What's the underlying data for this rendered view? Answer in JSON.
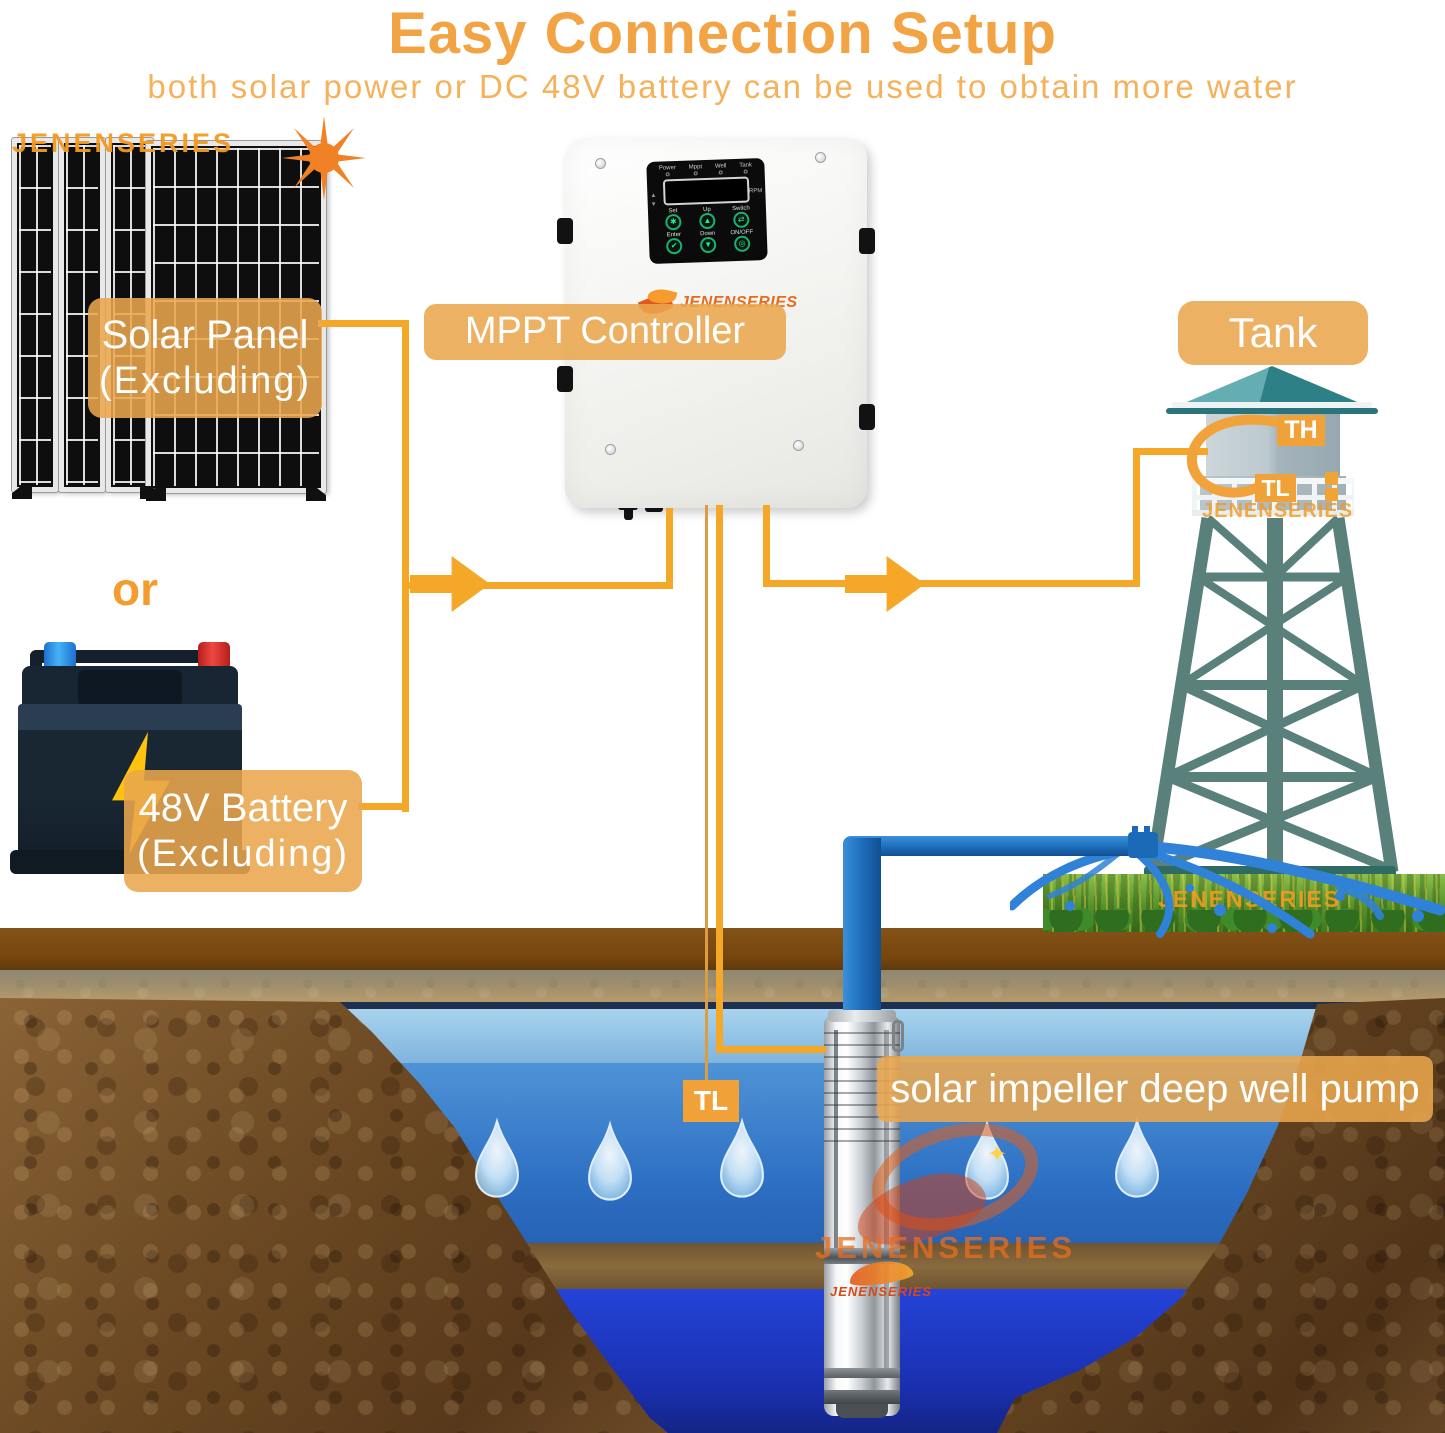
{
  "header": {
    "title": "Easy Connection Setup",
    "subtitle": "both solar power or DC 48V battery can be used to obtain more water"
  },
  "brand": {
    "name": "JENENSERIES"
  },
  "solar": {
    "label_line1": "Solar Panel",
    "label_line2": "(Excluding)"
  },
  "battery": {
    "or": "or",
    "label_line1": "48V Battery",
    "label_line2": "(Excluding)"
  },
  "controller": {
    "label": "MPPT Controller",
    "indicators": [
      "Power",
      "Mppt",
      "Well",
      "Tank"
    ],
    "rpm": "RPM",
    "buttons": [
      {
        "label": "Set",
        "glyph": "✱"
      },
      {
        "label": "Up",
        "glyph": "▲"
      },
      {
        "label": "Switch",
        "glyph": "⇄"
      },
      {
        "label": "Enter",
        "glyph": "✔"
      },
      {
        "label": "Down",
        "glyph": "▼"
      },
      {
        "label": "ON/OFF",
        "glyph": "◎"
      }
    ]
  },
  "tank": {
    "label": "Tank",
    "th": "TH",
    "tl": "TL"
  },
  "well": {
    "tl": "TL",
    "pump_label": "solar impeller deep well pump"
  },
  "colors": {
    "accent_orange": "#F2A343",
    "wire_orange": "#F5A827",
    "label_bg": "#E9A64D",
    "tag_orange": "#F0A238",
    "pipe_blue": "#1E73BE",
    "spray_blue": "#2F82D8",
    "tower_teal": "#5A807C",
    "roof_teal": "#2E8087",
    "deep_water": "#1C36C8",
    "battery_navy": "#182633",
    "bolt_yellow": "#FFC20E"
  }
}
